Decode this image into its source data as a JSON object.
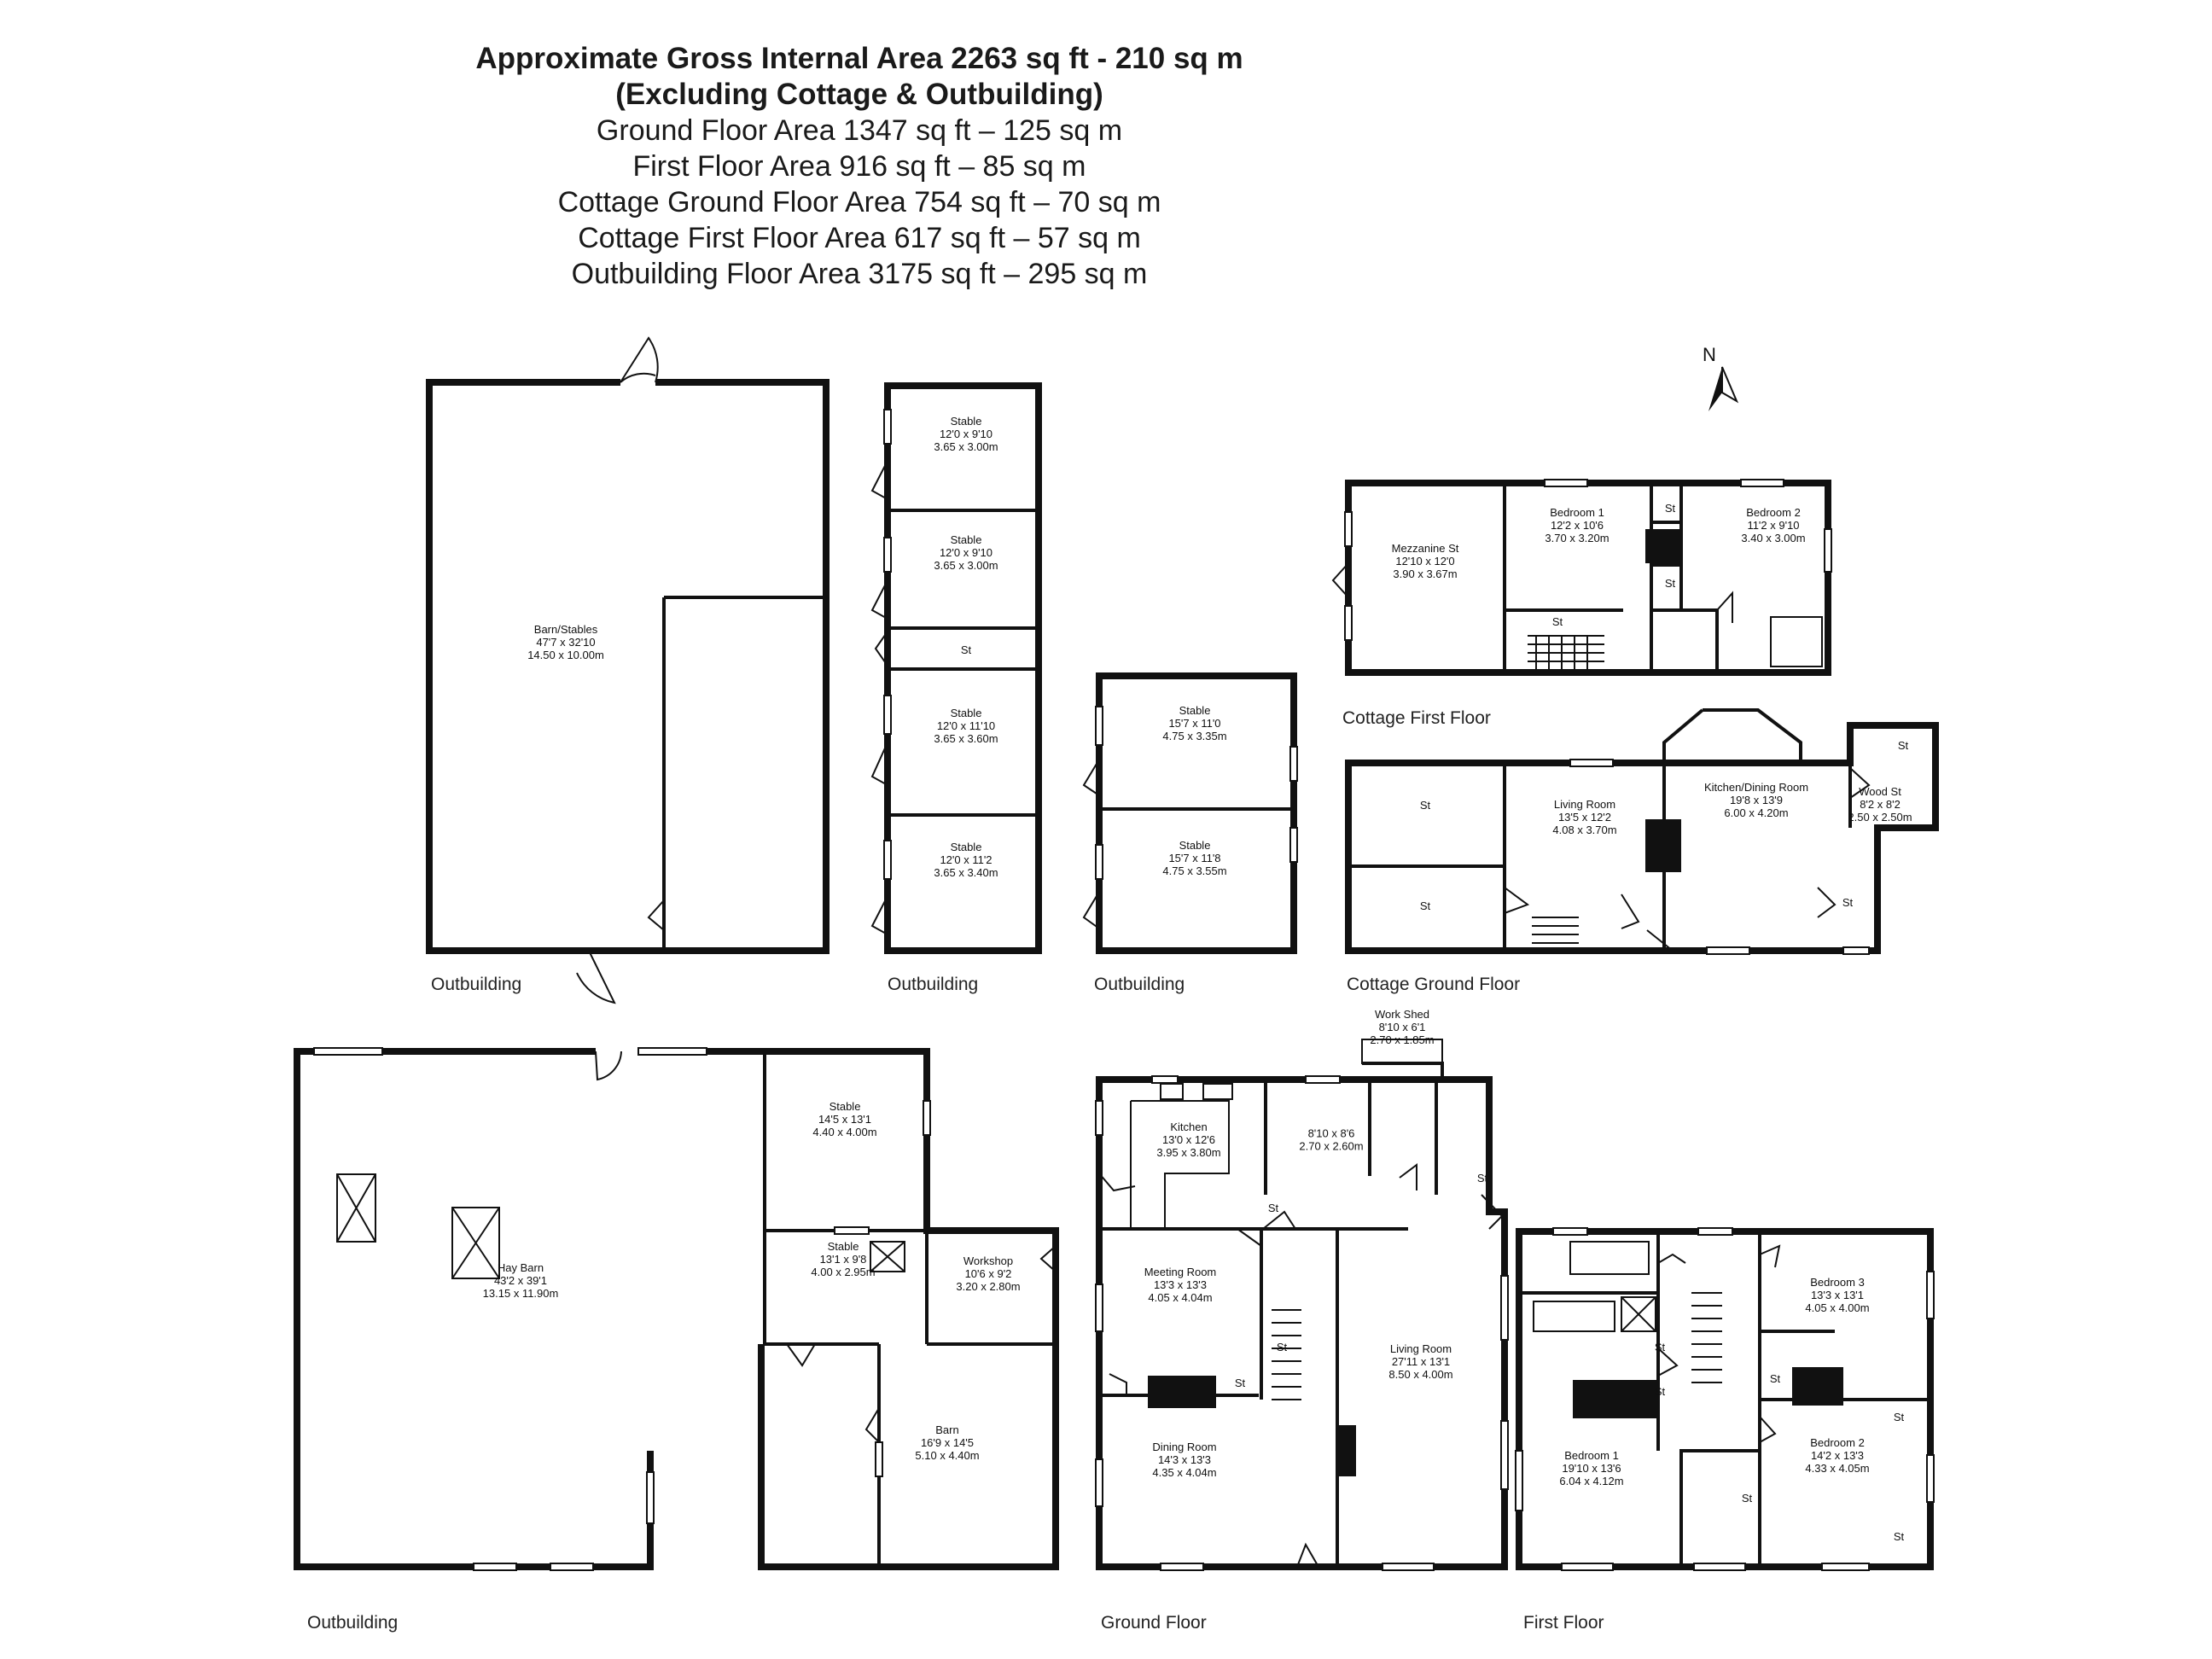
{
  "header": {
    "gross_area": "Approximate Gross Internal Area 2263 sq ft - 210 sq m",
    "excluding": "(Excluding Cottage & Outbuilding)",
    "areas": [
      "Ground Floor Area 1347 sq ft – 125 sq m",
      "First Floor Area 916 sq ft – 85 sq m",
      "Cottage Ground Floor Area 754 sq ft – 70 sq m",
      "Cottage First Floor Area 617 sq ft – 57 sq m",
      "Outbuilding Floor Area 3175 sq ft – 295 sq m"
    ]
  },
  "compass": {
    "label": "N"
  },
  "section_labels": {
    "outbuilding_barn": "Outbuilding",
    "outbuilding_stables": "Outbuilding",
    "outbuilding_stables_2": "Outbuilding",
    "cottage_first": "Cottage First Floor",
    "cottage_ground": "Cottage Ground Floor",
    "outbuilding_haybarn": "Outbuilding",
    "ground_floor": "Ground Floor",
    "first_floor": "First Floor"
  },
  "rooms": {
    "barn_stables": [
      "Barn/Stables",
      "47'7 x 32'10",
      "14.50 x 10.00m"
    ],
    "stable_a": [
      "Stable",
      "12'0 x 9'10",
      "3.65 x 3.00m"
    ],
    "stable_b": [
      "Stable",
      "12'0 x 9'10",
      "3.65 x 3.00m"
    ],
    "stable_store": [
      "St"
    ],
    "stable_c": [
      "Stable",
      "12'0 x 11'10",
      "3.65 x 3.60m"
    ],
    "stable_d": [
      "Stable",
      "12'0 x 11'2",
      "3.65 x 3.40m"
    ],
    "stable_e": [
      "Stable",
      "15'7 x 11'0",
      "4.75 x 3.35m"
    ],
    "stable_f": [
      "Stable",
      "15'7 x 11'8",
      "4.75 x 3.55m"
    ],
    "cf_mezz": [
      "Mezzanine St",
      "12'10 x 12'0",
      "3.90 x 3.67m"
    ],
    "cf_bed1": [
      "Bedroom 1",
      "12'2 x 10'6",
      "3.70 x 3.20m"
    ],
    "cf_bed2": [
      "Bedroom 2",
      "11'2 x 9'10",
      "3.40 x 3.00m"
    ],
    "cf_st1": [
      "St"
    ],
    "cf_st2": [
      "St"
    ],
    "cf_st3": [
      "St"
    ],
    "cg_st1": [
      "St"
    ],
    "cg_st2": [
      "St"
    ],
    "cg_living": [
      "Living Room",
      "13'5 x 12'2",
      "4.08 x 3.70m"
    ],
    "cg_kitchen": [
      "Kitchen/Dining Room",
      "19'8 x 13'9",
      "6.00 x 4.20m"
    ],
    "cg_wood": [
      "Wood St",
      "8'2 x 8'2",
      "2.50 x 2.50m"
    ],
    "cg_st3": [
      "St"
    ],
    "cg_st4": [
      "St"
    ],
    "hay_barn": [
      "Hay Barn",
      "43'2 x 39'1",
      "13.15 x 11.90m"
    ],
    "hb_stable1": [
      "Stable",
      "14'5 x 13'1",
      "4.40 x 4.00m"
    ],
    "hb_stable2": [
      "Stable",
      "13'1 x 9'8",
      "4.00 x 2.95m"
    ],
    "hb_workshop": [
      "Workshop",
      "10'6 x 9'2",
      "3.20 x 2.80m"
    ],
    "hb_barn": [
      "Barn",
      "16'9 x 14'5",
      "5.10 x 4.40m"
    ],
    "work_shed": [
      "Work Shed",
      "8'10 x 6'1",
      "2.70 x 1.85m"
    ],
    "gf_kitchen": [
      "Kitchen",
      "13'0 x 12'6",
      "3.95 x 3.80m"
    ],
    "gf_utility": [
      "8'10 x 8'6",
      "2.70 x 2.60m"
    ],
    "gf_meeting": [
      "Meeting Room",
      "13'3 x 13'3",
      "4.05 x 4.04m"
    ],
    "gf_dining": [
      "Dining Room",
      "14'3 x 13'3",
      "4.35 x 4.04m"
    ],
    "gf_living": [
      "Living Room",
      "27'11 x 13'1",
      "8.50 x 4.00m"
    ],
    "gf_st1": [
      "St"
    ],
    "gf_st2": [
      "St"
    ],
    "gf_st3": [
      "St"
    ],
    "gf_st4": [
      "St"
    ],
    "ff_bed1": [
      "Bedroom 1",
      "19'10 x 13'6",
      "6.04 x 4.12m"
    ],
    "ff_bed2": [
      "Bedroom 2",
      "14'2 x 13'3",
      "4.33 x 4.05m"
    ],
    "ff_bed3": [
      "Bedroom 3",
      "13'3 x 13'1",
      "4.05 x 4.00m"
    ],
    "ff_st1": [
      "St"
    ],
    "ff_st2": [
      "St"
    ],
    "ff_st3": [
      "St"
    ],
    "ff_st4": [
      "St"
    ],
    "ff_st5": [
      "St"
    ],
    "ff_st6": [
      "St"
    ]
  }
}
